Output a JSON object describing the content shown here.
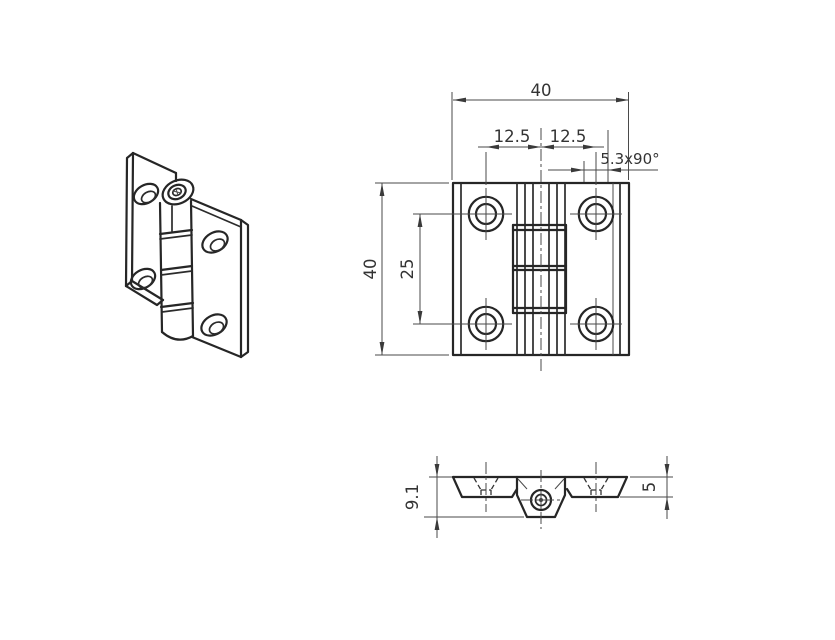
{
  "drawing": {
    "component": "hinge",
    "background": "#ffffff",
    "line_color": "#262626",
    "dim_color": "#333333",
    "views": {
      "isometric": {
        "name": "isometric-view"
      },
      "front": {
        "name": "front-view",
        "dims": {
          "overall_width": "40",
          "hole_pitch_left": "12.5",
          "hole_pitch_right": "12.5",
          "countersink": "5.3x90°",
          "overall_height": "40",
          "hole_pitch_vertical": "25"
        }
      },
      "bottom": {
        "name": "bottom-view",
        "dims": {
          "total_thickness": "9.1",
          "leaf_thickness": "5"
        }
      }
    }
  }
}
